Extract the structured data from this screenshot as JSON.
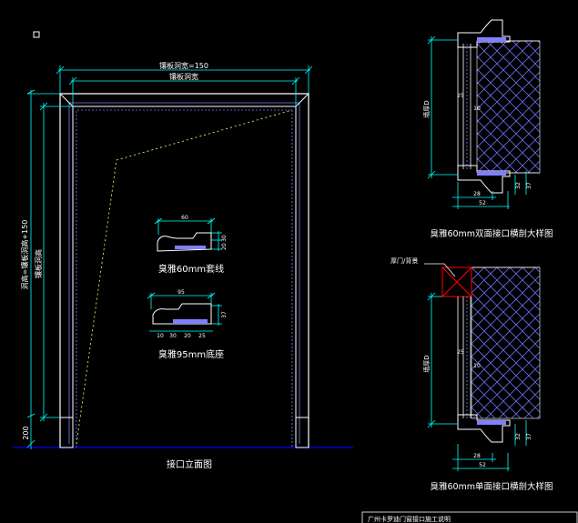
{
  "colors": {
    "background": "#000000",
    "dimension": "#00ffff",
    "outline": "#ffffff",
    "frame_inner": "#8080ff",
    "dashed": "#ffff80",
    "ground": "#0000ff",
    "hatch": "#6a6af0",
    "marker": "#ff0000"
  },
  "elevation": {
    "title": "接口立面图",
    "top_dim_outer": "镶板洞宽=150",
    "top_dim_inner": "镶板洞宽",
    "left_dim_outer": "洞高=镶板洞高+150",
    "left_dim_inner": "镶板洞高",
    "base_dim": "200"
  },
  "profile_1": {
    "caption": "臭雅60mm套线",
    "dim_top": "60",
    "dim_side_a": "30",
    "dim_side_b": "20"
  },
  "profile_2": {
    "caption": "臭雅95mm底座",
    "dim_top": "95",
    "dim_bottom": [
      "10",
      "30",
      "20",
      "25"
    ],
    "dim_side": "37"
  },
  "detail_top": {
    "caption": "臭雅60mm双面接口横剖大样图",
    "label_wall": "墙厚D",
    "dim_25": "25",
    "dim_10": "10",
    "dim_28": "28",
    "dim_52": "52",
    "dim_32": "32",
    "dim_37": "37"
  },
  "detail_bottom": {
    "caption": "臭雅60mm单面接口横剖大样图",
    "callout": "厚门/背景",
    "label_wall": "墙厚D",
    "dim_25": "25",
    "dim_10": "10",
    "dim_28": "28",
    "dim_52": "52",
    "dim_32": "32",
    "dim_37": "37"
  },
  "footer_note": "广州卡罗迪门窗接口施工说明"
}
